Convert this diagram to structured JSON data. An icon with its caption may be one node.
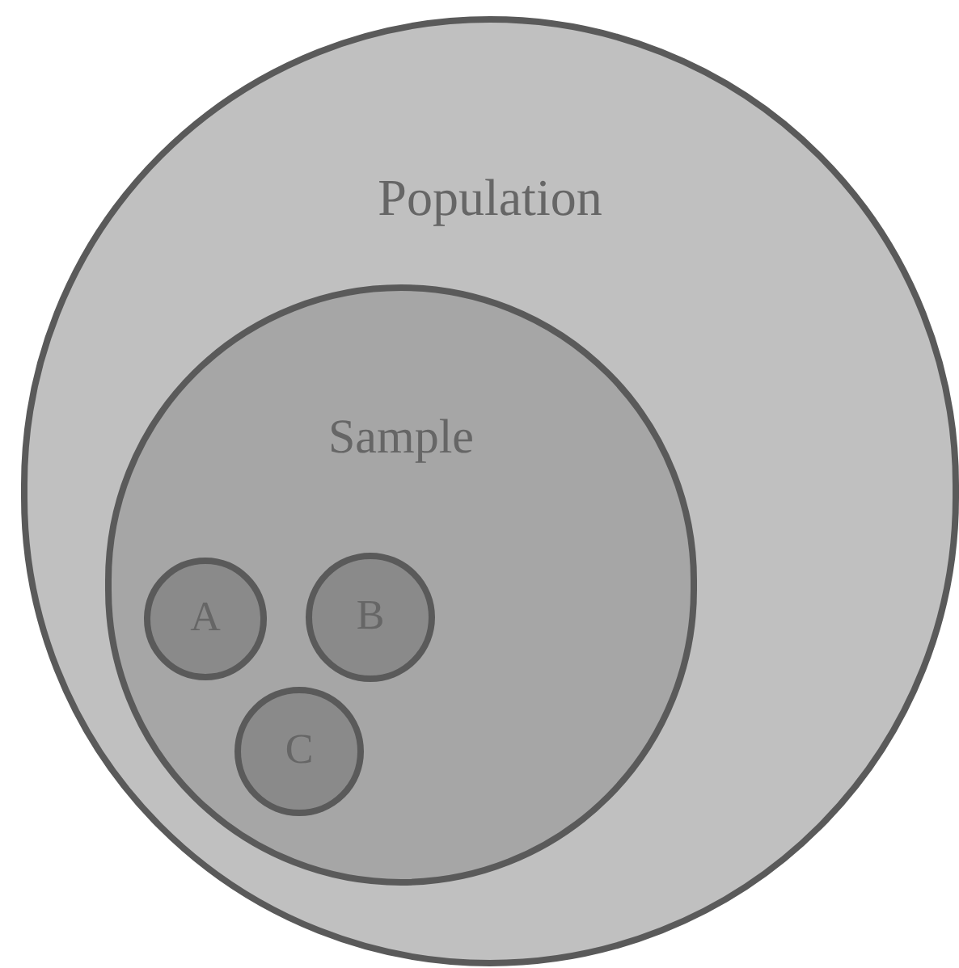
{
  "diagram": {
    "nodes": [
      {
        "text": [
          "Population"
        ]
      },
      {
        "text": [
          "Sample"
        ],
        "in": 0
      },
      {
        "text": [
          "A"
        ],
        "in": 1
      },
      {
        "text": [
          "B"
        ],
        "in": 1
      },
      {
        "text": [
          "C"
        ],
        "in": 1
      }
    ]
  }
}
